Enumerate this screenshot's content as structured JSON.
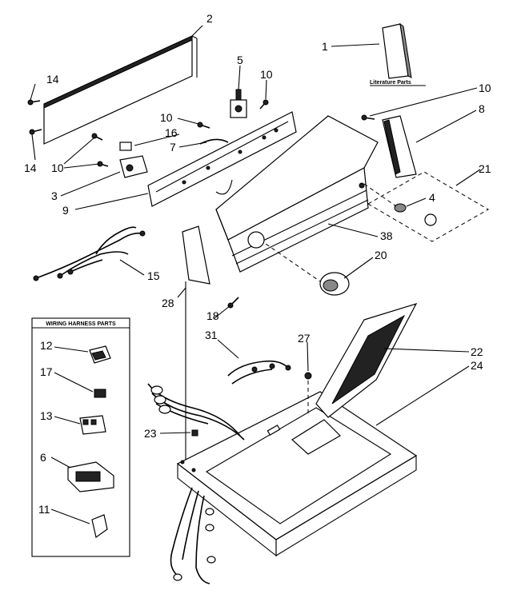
{
  "labels": {
    "p1": "1",
    "p2": "2",
    "p3": "3",
    "p4": "4",
    "p5": "5",
    "p6": "6",
    "p7": "7",
    "p8": "8",
    "p9": "9",
    "p10a": "10",
    "p10b": "10",
    "p10c": "10",
    "p10d": "10",
    "p11": "11",
    "p12": "12",
    "p13": "13",
    "p14a": "14",
    "p14b": "14",
    "p15": "15",
    "p16": "16",
    "p17": "17",
    "p18": "18",
    "p20": "20",
    "p21": "21",
    "p22": "22",
    "p23": "23",
    "p24": "24",
    "p27": "27",
    "p28": "28",
    "p31": "31",
    "p38": "38"
  },
  "literature": "Literature Parts",
  "wiring_box_title": "WIRING HARNESS PARTS"
}
